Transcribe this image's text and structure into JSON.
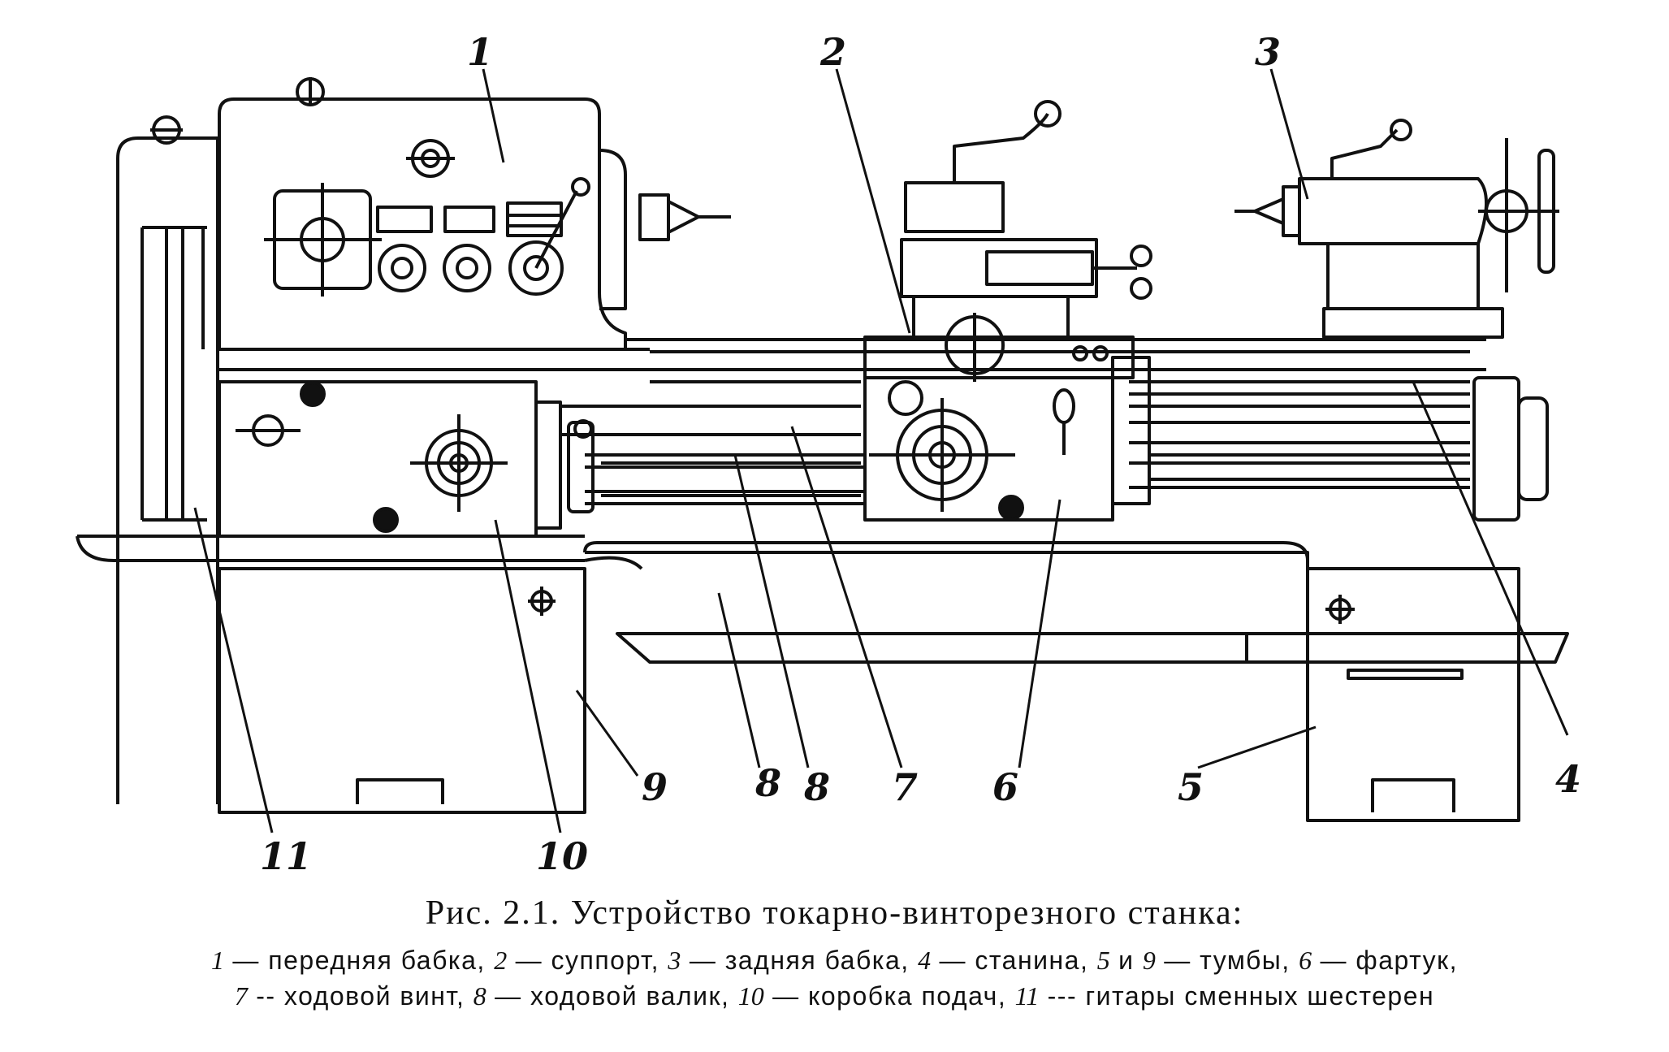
{
  "callouts": {
    "c1": "1",
    "c2": "2",
    "c3": "3",
    "c4": "4",
    "c5": "5",
    "c6": "6",
    "c7": "7",
    "c8a": "8",
    "c8b": "8",
    "c9": "9",
    "c10": "10",
    "c11": "11"
  },
  "caption": {
    "title": "Рис. 2.1. Устройство токарно-винторезного станка:",
    "line1": [
      {
        "num": "1",
        "text": " — передняя бабка, "
      },
      {
        "num": "2",
        "text": " — суппорт, "
      },
      {
        "num": "3",
        "text": " — задняя бабка, "
      },
      {
        "num": "4",
        "text": " — станина, "
      },
      {
        "num": "5",
        "text": " и "
      },
      {
        "num": "9",
        "text": " — тумбы, "
      },
      {
        "num": "6",
        "text": " — фартук,"
      }
    ],
    "line2": [
      {
        "num": "7",
        "text": " -- ходовой винт, "
      },
      {
        "num": "8",
        "text": " — ходовой валик, "
      },
      {
        "num": "10",
        "text": " — коробка подач, "
      },
      {
        "num": "11",
        "text": " --- гитары сменных шестерен"
      }
    ]
  }
}
